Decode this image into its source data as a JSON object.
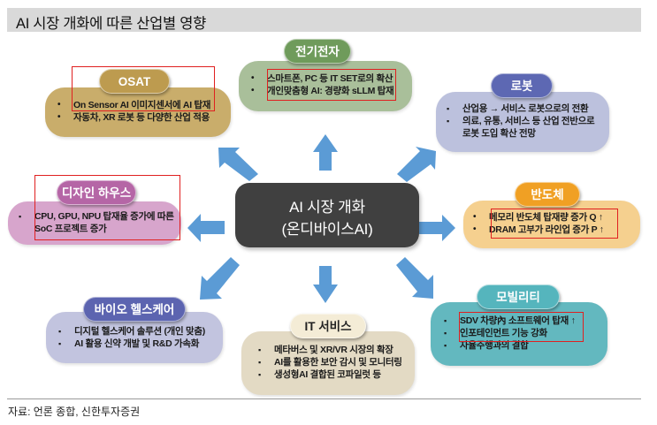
{
  "title": "AI 시장 개화에 따른 산업별 영향",
  "center": {
    "line1": "AI 시장 개화",
    "line2": "(온디바이스AI)"
  },
  "sectors": {
    "electronics": {
      "label": "전기전자",
      "bullets": [
        "스마트폰, PC 등 IT SET로의 확산",
        "개인맞춤형 AI: 경량화 sLLM 탑재"
      ],
      "highlighted": true,
      "color_box": "#a9bf9a",
      "color_pill": "#6f9b5b"
    },
    "osat": {
      "label": "OSAT",
      "bullets": [
        "On Sensor AI 이미지센서에 AI 탑재",
        "자동차, XR 로봇 등 다양한 산업 적용"
      ],
      "highlighted": true,
      "color_box": "#c9ad6b",
      "color_pill": "#bd9b4f"
    },
    "robot": {
      "label": "로봇",
      "bullets": [
        "산업용 → 서비스 로봇으로의 전환",
        "의료, 유통, 서비스 등 산업 전반으로",
        "로봇 도입 확산 전망"
      ],
      "highlighted": false,
      "color_box": "#bcc1dd",
      "color_pill": "#5d68b3"
    },
    "design_house": {
      "label": "디자인 하우스",
      "bullets": [
        "CPU, GPU, NPU 탑재율 증가에 따른",
        "SoC 프로젝트 증가"
      ],
      "highlighted": true,
      "color_box": "#d7a5cc",
      "color_pill": "#b566a6"
    },
    "semiconductor": {
      "label": "반도체",
      "bullets": [
        "메모리 반도체 탑재량 증가 Q ↑",
        "DRAM 고부가 라인업 증가 P ↑"
      ],
      "highlighted": true,
      "color_box": "#f5d08f",
      "color_pill": "#f0a024"
    },
    "bio": {
      "label": "바이오 헬스케어",
      "bullets": [
        "디지털 헬스케어 솔루션 (개인 맞춤)",
        "AI 활용 신약 개발 및 R&D 가속화"
      ],
      "highlighted": false,
      "color_box": "#c2c4df",
      "color_pill": "#5c64b0"
    },
    "it_service": {
      "label": "IT 서비스",
      "bullets": [
        "메타버스 및 XR/VR 시장의 확장",
        "AI를 활용한 보안 감시 및 모니터링",
        "생성형AI 결합된 코파일럿 등"
      ],
      "highlighted": false,
      "color_box": "#e3dac4",
      "color_pill": "#f4ecd6"
    },
    "mobility": {
      "label": "모빌리티",
      "bullets": [
        "SDV 차량內 소프트웨어 탑재 ↑",
        "인포테인먼트 기능 강화",
        "자율주행과의 결합"
      ],
      "highlighted": true,
      "color_box": "#63b8bf",
      "color_pill": "#55b5bd"
    }
  },
  "arrow_color": "#5b9bd5",
  "highlight_color": "#e02020",
  "footer": "자료: 언론 종합, 신한투자증권"
}
